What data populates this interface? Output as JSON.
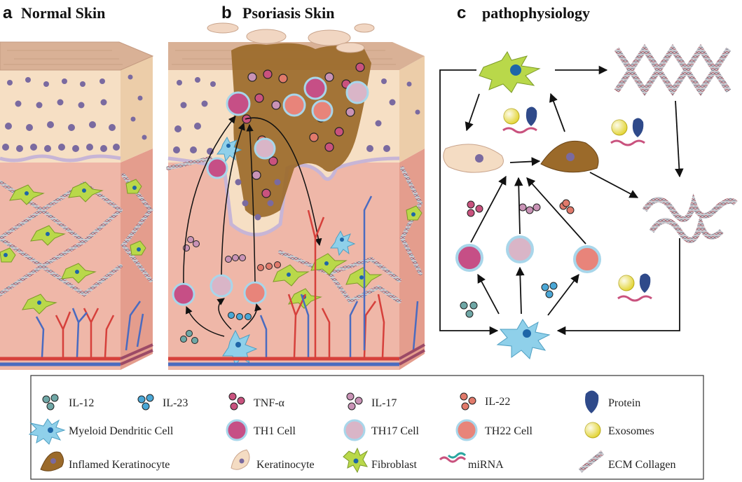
{
  "panels": {
    "a": {
      "letter": "a",
      "title": "Normal Skin"
    },
    "b": {
      "letter": "b",
      "title": "Psoriasis Skin"
    },
    "c": {
      "letter": "c",
      "title": "pathophysiology"
    }
  },
  "legend": {
    "row1": [
      "IL-12",
      "IL-23",
      "TNF-α",
      "IL-17",
      "IL-22",
      "Protein"
    ],
    "row2": [
      "Myeloid Dendritic Cell",
      "TH1 Cell",
      "TH17 Cell",
      "TH22 Cell",
      "Exosomes"
    ],
    "row3": [
      "Inflamed Keratinocyte",
      "Keratinocyte",
      "Fibroblast",
      "miRNA",
      "ECM Collagen"
    ]
  },
  "colors": {
    "il12": "#6fa7a6",
    "il23": "#4aa7d6",
    "tnf": "#c9527e",
    "il17": "#c993b6",
    "il22": "#e17a6b",
    "th1": "#c64f86",
    "th17": "#d9b5c7",
    "th22": "#e8847a",
    "dendritic": "#8fd0ea",
    "fibroblast": "#b9d84a",
    "keratinocyte": "#f4dcc3",
    "inflamed": "#9b6a2a",
    "exosome": "#e4d63a",
    "protein": "#2f4a8a"
  }
}
